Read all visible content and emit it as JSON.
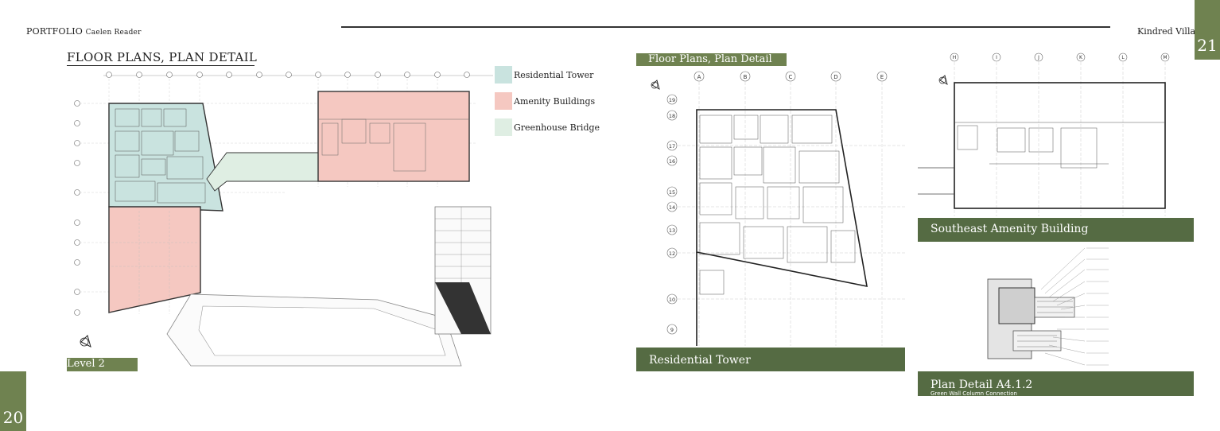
{
  "header": {
    "portfolio": "PORTFOLIO",
    "author": "Caelen Reader",
    "project": "Kindred Village",
    "page_left": "20",
    "page_right": "21"
  },
  "left": {
    "title": "FLOOR PLANS, PLAN DETAIL",
    "level_label": "Level 2",
    "legend": [
      {
        "label": "Residential Tower",
        "color": "#c9e3df"
      },
      {
        "label": "Amenity Buildings",
        "color": "#f5c8c1"
      },
      {
        "label": "Greenhouse Bridge",
        "color": "#dfeee3"
      }
    ]
  },
  "right": {
    "title": "Floor Plans, Plan Detail",
    "residential_caption": "Residential Tower",
    "amenity_caption": "Southeast Amenity Building",
    "detail_caption": "Plan Detail A4.1.2",
    "detail_subcaption": "Green Wall Column Connection",
    "grid_cols_tower": [
      "A",
      "B",
      "C",
      "D",
      "E"
    ],
    "grid_rows_tower": [
      "19",
      "18",
      "17",
      "16",
      "15",
      "14",
      "13",
      "12",
      "10",
      "9"
    ],
    "grid_cols_amenity": [
      "H",
      "I",
      "J",
      "K",
      "L",
      "M"
    ]
  },
  "colors": {
    "accent_olive": "#6f8250",
    "caption_green": "#556b43",
    "residential": "#c9e3df",
    "amenity": "#f5c8c1",
    "greenhouse": "#dfeee3"
  }
}
